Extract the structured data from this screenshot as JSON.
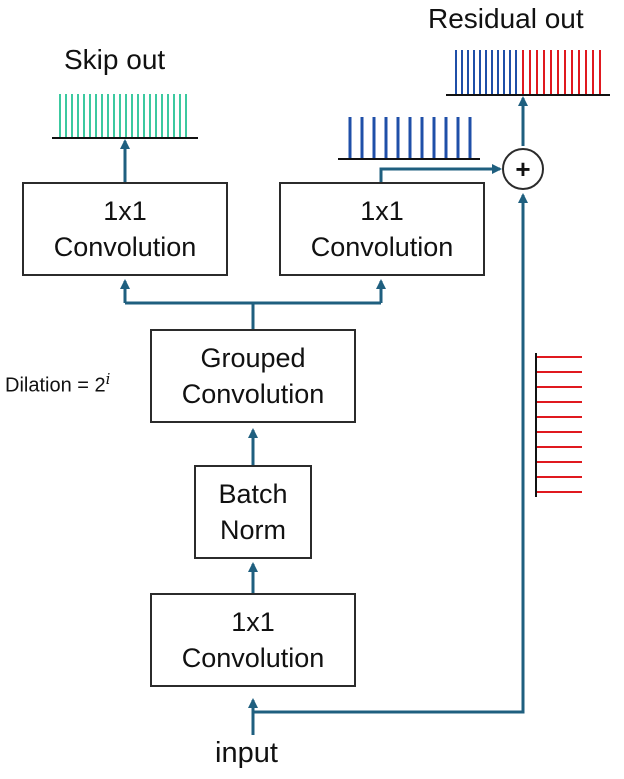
{
  "labels": {
    "skip_out": "Skip out",
    "residual_out": "Residual out",
    "input": "input",
    "dilation": "Dilation = 2",
    "dilation_exponent": "i",
    "plus": "+"
  },
  "blocks": {
    "conv_skip": {
      "line1": "1x1",
      "line2": "Convolution"
    },
    "conv_residual": {
      "line1": "1x1",
      "line2": "Convolution"
    },
    "grouped_conv": {
      "line1": "Grouped",
      "line2": "Convolution"
    },
    "batch_norm": {
      "line1": "Batch",
      "line2": "Norm"
    },
    "conv_input": {
      "line1": "1x1",
      "line2": "Convolution"
    }
  },
  "colors": {
    "arrow": "#1f5f7f",
    "box_border": "#2b2b2b",
    "skip_signal": "#3cc9a0",
    "residual_signal": "#1f4fa8",
    "input_signal": "#e0191f"
  }
}
